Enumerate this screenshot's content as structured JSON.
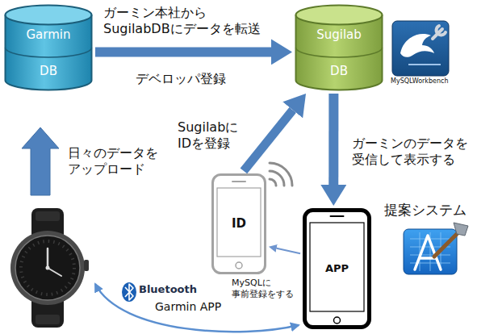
{
  "diagram": {
    "nodes": [
      {
        "text": [
          "Garmin",
          "DB"
        ]
      },
      {
        "text": [
          "Sugilab",
          "DB"
        ]
      },
      {
        "text": [
          "ID"
        ]
      },
      {
        "text": [
          "APP"
        ]
      }
    ],
    "edges": [
      {
        "from": 0,
        "to": 1,
        "arrow": "to",
        "label": "ガーミン本社から SugilabDBにデータを転送"
      },
      {
        "from": 2,
        "to": 1,
        "arrow": "to",
        "label": "Sugilabに IDを登録"
      },
      {
        "from": 1,
        "to": 3,
        "arrow": "to",
        "label": "ガーミンのデータを 受信して表示する"
      },
      {
        "from": 3,
        "to": 2,
        "arrow": "to",
        "label": "MySQLに 事前登録をする"
      }
    ],
    "labels": [
      "デベロッパ登録",
      "日々のデータを アップロード",
      "MySQLWorkbench",
      "提案システム",
      "Bluetooth",
      "Garmin APP"
    ]
  }
}
